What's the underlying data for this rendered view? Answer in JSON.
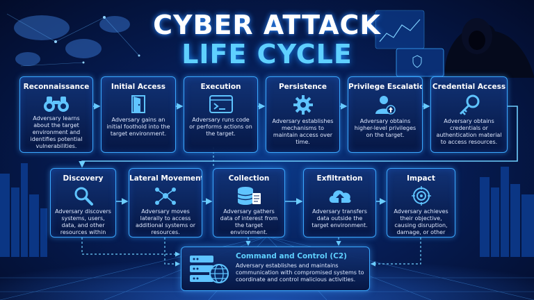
{
  "title": {
    "line1": "CYBER ATTACK",
    "line2": "LIFE CYCLE"
  },
  "stages_top": [
    {
      "name": "Reconnaissance",
      "desc": "Adversary learns about the target environment and identifies potential vulnerabilities.",
      "icon": "binoculars-icon"
    },
    {
      "name": "Initial Access",
      "desc": "Adversary gains an initial foothold into the target environment.",
      "icon": "door-icon"
    },
    {
      "name": "Execution",
      "desc": "Adversary runs code or performs actions on the target.",
      "icon": "terminal-icon"
    },
    {
      "name": "Persistence",
      "desc": "Adversary establishes mechanisms to maintain access over time.",
      "icon": "gear-icon"
    },
    {
      "name": "Privilege Escalation",
      "desc": "Adversary obtains higher-level privileges on the target.",
      "icon": "user-upgrade-icon"
    },
    {
      "name": "Credential Access",
      "desc": "Adversary obtains credentials or authentication material to access resources.",
      "icon": "key-icon"
    }
  ],
  "stages_mid": [
    {
      "name": "Discovery",
      "desc": "Adversary discovers systems, users, data, and other resources within the environment.",
      "icon": "magnifier-icon"
    },
    {
      "name": "Lateral Movement",
      "desc": "Adversary moves laterally to access additional systems or resources.",
      "icon": "network-icon"
    },
    {
      "name": "Collection",
      "desc": "Adversary gathers data of interest from the target environment.",
      "icon": "database-icon"
    },
    {
      "name": "Exfiltration",
      "desc": "Adversary transfers data outside the target environment.",
      "icon": "cloud-upload-icon"
    },
    {
      "name": "Impact",
      "desc": "Adversary achieves their objective, causing disruption, damage, or other impact.",
      "icon": "target-icon"
    }
  ],
  "c2": {
    "name": "Command and Control (C2)",
    "desc": "Adversary establishes and maintains communication with compromised systems to coordinate and control malicious activities.",
    "icon": "server-globe-icon"
  },
  "colors": {
    "accent": "#3aa8ff",
    "title_primary": "#ffffff",
    "title_secondary": "#5fd0ff",
    "background": "#061d55"
  }
}
